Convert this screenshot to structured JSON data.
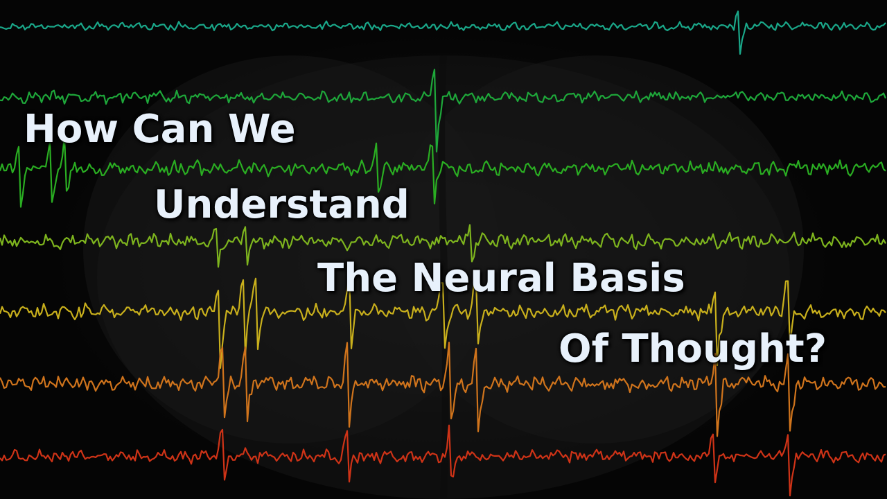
{
  "title": {
    "line_1": "How Can We",
    "line_2": "Understand",
    "line_3": "The Neural Basis",
    "line_4": "Of Thought?"
  },
  "colors": {
    "title_text": "#e8f1fb",
    "background": "#070707",
    "traces": [
      "#1aa88a",
      "#1ea83a",
      "#2aae22",
      "#7eb51e",
      "#c9b01c",
      "#d0741c",
      "#cf3317"
    ]
  },
  "background_image": "eeg-traces-over-brain-silhouette"
}
